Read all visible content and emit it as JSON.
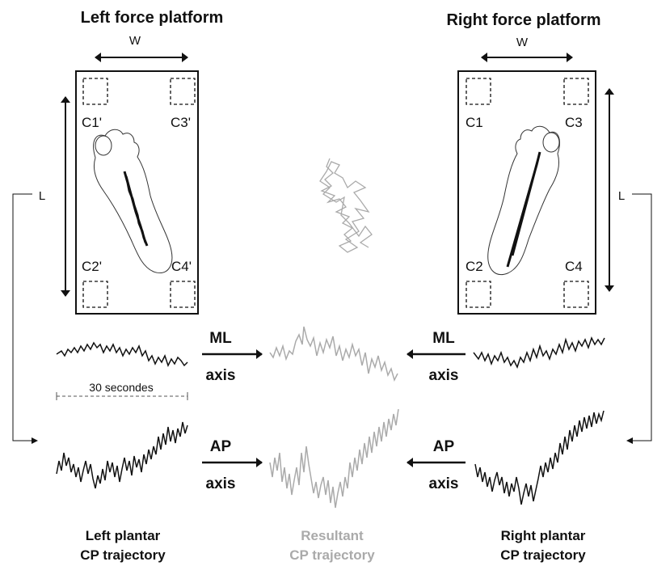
{
  "platforms": {
    "left": {
      "title": "Left force platform",
      "width_label": "W",
      "length_label": "L",
      "sensors": [
        "C1'",
        "C3'",
        "C2'",
        "C4'"
      ]
    },
    "right": {
      "title": "Right force platform",
      "width_label": "W",
      "length_label": "L",
      "sensors": [
        "C1",
        "C3",
        "C2",
        "C4"
      ]
    }
  },
  "axes": {
    "ml": {
      "line1": "ML",
      "line2": "axis"
    },
    "ap": {
      "line1": "AP",
      "line2": "axis"
    }
  },
  "time_scale": "30 secondes",
  "captions": {
    "left": {
      "line1": "Left plantar",
      "line2": "CP trajectory"
    },
    "center": {
      "line1": "Resultant",
      "line2": "CP trajectory"
    },
    "right": {
      "line1": "Right plantar",
      "line2": "CP trajectory"
    }
  },
  "colors": {
    "ink": "#111111",
    "resultant": "#aaaaaa"
  }
}
